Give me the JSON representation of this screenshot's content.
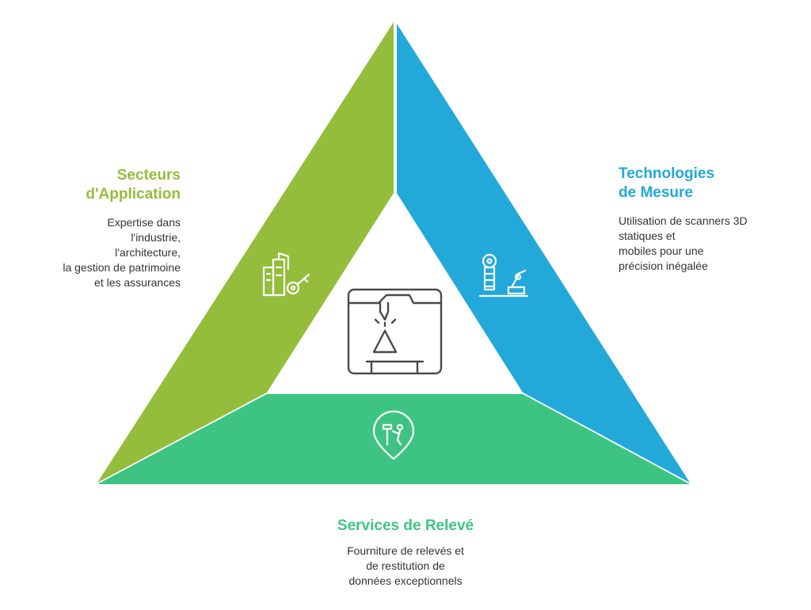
{
  "colors": {
    "green_left": "#94BD3C",
    "blue_right": "#22A9DA",
    "green_bottom": "#3EC482",
    "icon_center": "#4A4A4A",
    "icon_on_color": "#FFFFFF"
  },
  "segments": {
    "left": {
      "title_lines": [
        "Secteurs",
        "d'Application"
      ],
      "desc_lines": [
        "Expertise dans",
        "l'industrie,",
        "l'architecture,",
        "la gestion de patrimoine",
        "et les assurances"
      ],
      "icon": "buildings-key-icon"
    },
    "right": {
      "title_lines": [
        "Technologies",
        "de Mesure"
      ],
      "desc_lines": [
        "Utilisation de scanners 3D",
        "statiques et",
        "mobiles pour une",
        "précision inégalée"
      ],
      "icon": "scanner-tripod-icon"
    },
    "bottom": {
      "title_lines": [
        "Services de Relevé"
      ],
      "desc_lines": [
        "Fourniture de relevés et",
        "de restitution de",
        "données exceptionnels"
      ],
      "icon": "surveyor-location-pin-icon"
    }
  },
  "center_icon": "3d-printer-icon"
}
